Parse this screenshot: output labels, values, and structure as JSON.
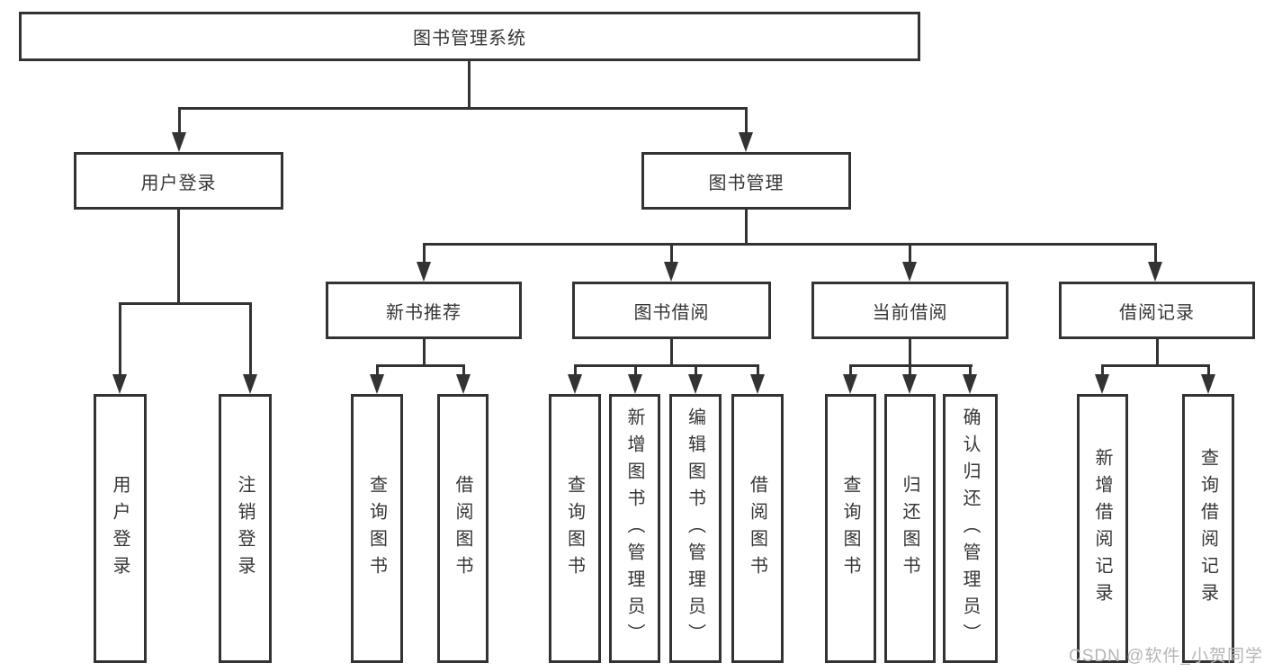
{
  "diagram": {
    "root": {
      "label": "图书管理系统"
    },
    "branches": [
      {
        "label": "用户登录",
        "children": [
          {
            "label": "用户登录"
          },
          {
            "label": "注销登录"
          }
        ]
      },
      {
        "label": "图书管理",
        "children": [
          {
            "label": "新书推荐",
            "children": [
              {
                "label": "查询图书"
              },
              {
                "label": "借阅图书"
              }
            ]
          },
          {
            "label": "图书借阅",
            "children": [
              {
                "label": "查询图书"
              },
              {
                "label": "新增图书（管理员）"
              },
              {
                "label": "编辑图书（管理员）"
              },
              {
                "label": "借阅图书"
              }
            ]
          },
          {
            "label": "当前借阅",
            "children": [
              {
                "label": "查询图书"
              },
              {
                "label": "归还图书"
              },
              {
                "label": "确认归还（管理员）"
              }
            ]
          },
          {
            "label": "借阅记录",
            "children": [
              {
                "label": "新增借阅记录"
              },
              {
                "label": "查询借阅记录"
              }
            ]
          }
        ]
      }
    ]
  },
  "watermark": {
    "text": "CSDN @软件_小贺同学"
  },
  "colors": {
    "line": "#333333",
    "text": "#363636",
    "watermark_text": "#b5b5b5",
    "background": "#ffffff"
  }
}
